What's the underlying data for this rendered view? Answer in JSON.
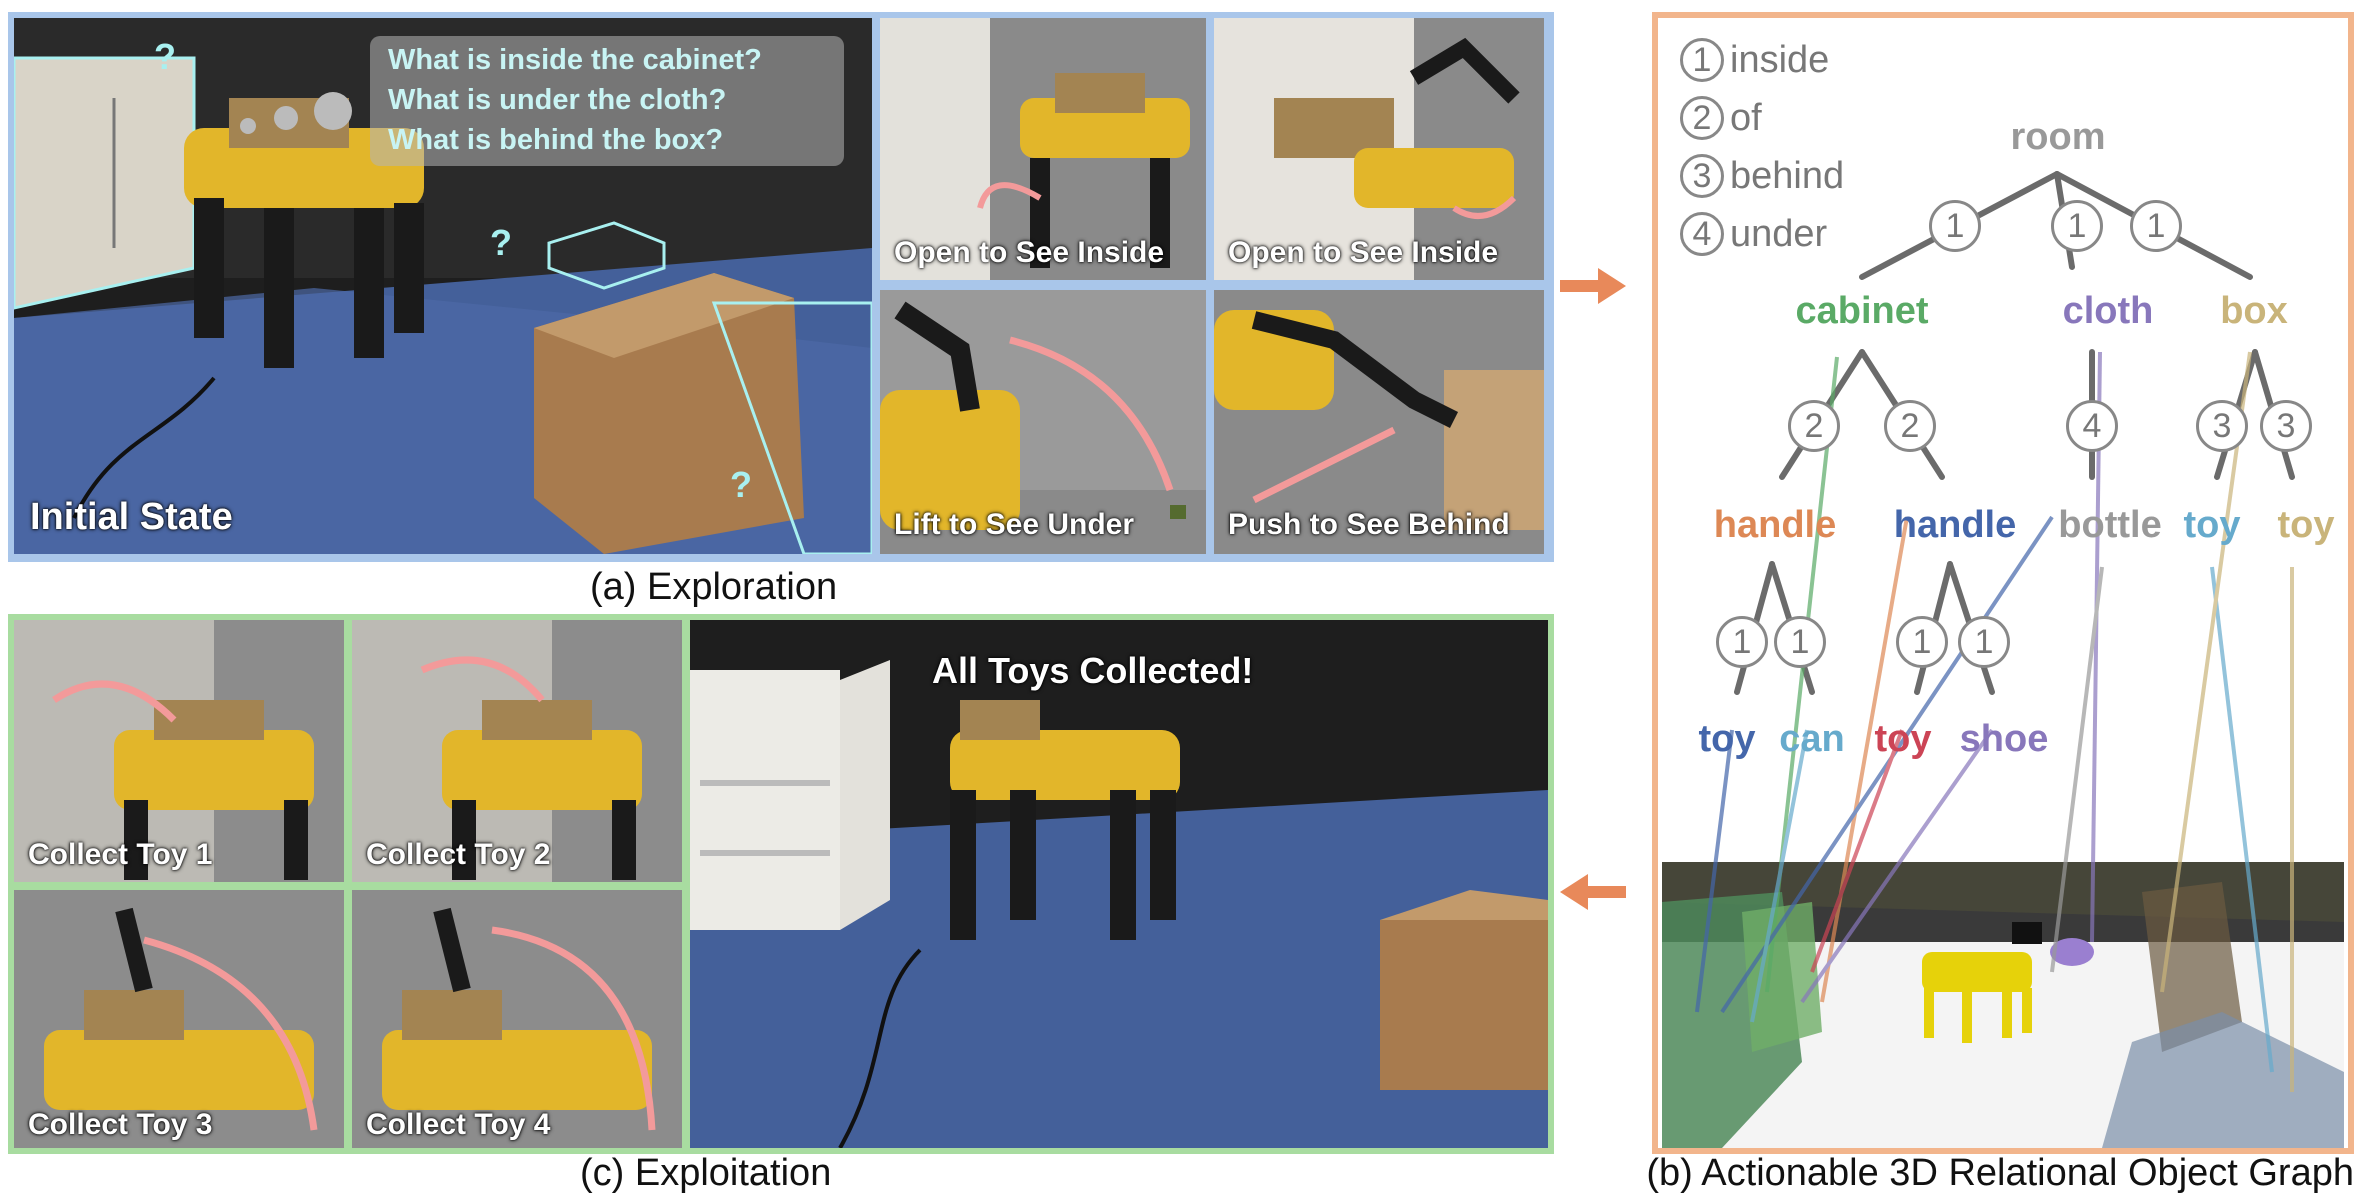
{
  "exploration": {
    "title": "(a) Exploration",
    "initial_state": "Initial State",
    "questions": [
      "What is inside the cabinet?",
      "What is under the cloth?",
      "What is behind the box?"
    ],
    "question_mark": "?",
    "actions": [
      "Open to See Inside",
      "Open to See Inside",
      "Lift to See Under",
      "Push to See Behind"
    ]
  },
  "exploitation": {
    "title": "(c) Exploitation",
    "collect": [
      "Collect Toy 1",
      "Collect Toy 2",
      "Collect Toy 3",
      "Collect Toy 4"
    ],
    "final": "All Toys Collected!"
  },
  "graph": {
    "title": "(b) Actionable 3D Relational Object Graph",
    "legend": [
      {
        "num": "1",
        "label": "inside"
      },
      {
        "num": "2",
        "label": "of"
      },
      {
        "num": "3",
        "label": "behind"
      },
      {
        "num": "4",
        "label": "under"
      }
    ],
    "root": "room",
    "nodes": {
      "cabinet": "cabinet",
      "cloth": "cloth",
      "box": "box",
      "handle1": "handle",
      "handle2": "handle",
      "bottle": "bottle",
      "toy_behind1": "toy",
      "toy_behind2": "toy",
      "toy1": "toy",
      "can": "can",
      "toy2": "toy",
      "shoe": "shoe"
    },
    "edge_labels": {
      "room_cabinet": "1",
      "room_cloth": "1",
      "room_box": "1",
      "cab_h1": "2",
      "cab_h2": "2",
      "cloth_bottle": "4",
      "box_t1": "3",
      "box_t2": "3",
      "h1_toy": "1",
      "h1_can": "1",
      "h2_toy": "1",
      "h2_shoe": "1"
    },
    "colors": {
      "cabinet": "#5aaa66",
      "cloth": "#8877bb",
      "box": "#c9b47a",
      "handle1": "#dd8855",
      "handle2": "#4466aa",
      "bottle": "#999999",
      "toy_cyan": "#66aacc",
      "toy_tan": "#c9b47a",
      "toy_blue": "#4466aa",
      "can": "#66aacc",
      "toy_red": "#cc4455",
      "shoe": "#8877bb",
      "root": "#999999"
    }
  },
  "arrow_color": "#e8895a"
}
